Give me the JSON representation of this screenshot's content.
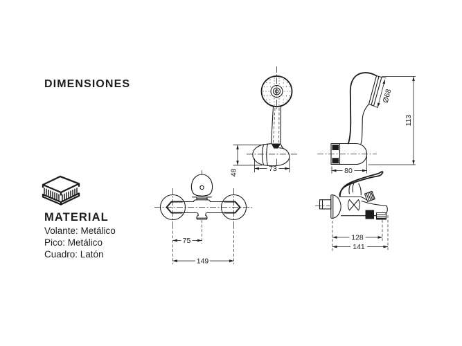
{
  "page": {
    "background": "#ffffff",
    "line_color": "#1c1c1c",
    "text_color": "#1d1d1b"
  },
  "sections": {
    "dimensions": {
      "title": "DIMENSIONES"
    },
    "material": {
      "title": "MATERIAL",
      "icon": "layered-panel-icon",
      "lines": [
        "Volante: Metálico",
        "Pico: Metálico",
        "Cuadro: Latón"
      ]
    }
  },
  "drawings": {
    "hand_shower_front": {
      "width_mm": "73",
      "bracket_height_mm": "48"
    },
    "hand_shower_side": {
      "head_diameter": "Ø68",
      "height_mm": "113",
      "depth_mm": "80"
    },
    "mixer_front": {
      "center_to_spout_mm": "75",
      "total_width_mm": "149"
    },
    "mixer_side": {
      "reach_mm": "128",
      "total_depth_mm": "141"
    }
  }
}
